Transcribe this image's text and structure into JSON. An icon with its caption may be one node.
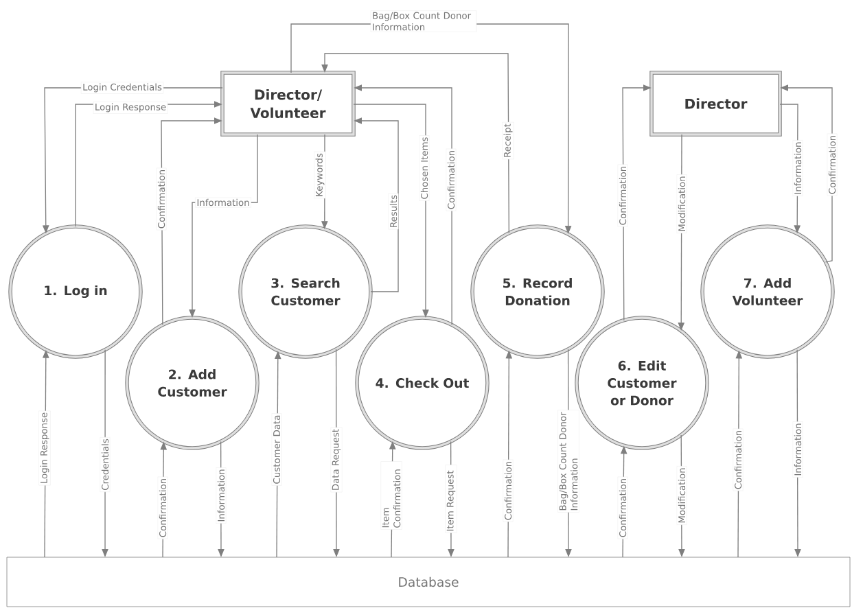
{
  "diagram": {
    "nodes": [
      {
        "text": [
          "Director/ Volunteer"
        ]
      },
      {
        "text": [
          "Director"
        ]
      },
      {
        "text": [
          "1. Log in"
        ]
      },
      {
        "text": [
          "2. Add Customer"
        ]
      },
      {
        "text": [
          "3. Search Customer"
        ]
      },
      {
        "text": [
          "4. Check Out"
        ]
      },
      {
        "text": [
          "5. Record Donation"
        ]
      },
      {
        "text": [
          "6. Edit Customer or Donor"
        ]
      },
      {
        "text": [
          "7. Add Volunteer"
        ]
      },
      {
        "text": [
          "Database"
        ]
      }
    ],
    "edges": [
      {
        "from": 0,
        "to": 2,
        "arrow": "to",
        "label": "Login Credentials"
      },
      {
        "from": 2,
        "to": 0,
        "arrow": "to",
        "label": "Login Response"
      },
      {
        "from": 3,
        "to": 0,
        "arrow": "to",
        "label": "Confirmation"
      },
      {
        "from": 0,
        "to": 3,
        "arrow": "to",
        "label": "Information"
      },
      {
        "from": 0,
        "to": 4,
        "arrow": "to",
        "label": "Keywords"
      },
      {
        "from": 4,
        "to": 0,
        "arrow": "to",
        "label": "Results"
      },
      {
        "from": 0,
        "to": 5,
        "arrow": "to",
        "label": "Chosen Items"
      },
      {
        "from": 5,
        "to": 0,
        "arrow": "to",
        "label": "Confirmation"
      },
      {
        "from": 6,
        "to": 0,
        "arrow": "to",
        "label": "Receipt"
      },
      {
        "from": 0,
        "to": 6,
        "arrow": "to",
        "label": "Bag/Box Count Donor Information"
      },
      {
        "from": 7,
        "to": 1,
        "arrow": "to",
        "label": "Confirmation"
      },
      {
        "from": 1,
        "to": 7,
        "arrow": "to",
        "label": "Modification"
      },
      {
        "from": 1,
        "to": 8,
        "arrow": "to",
        "label": "Information"
      },
      {
        "from": 8,
        "to": 1,
        "arrow": "to",
        "label": "Confirmation"
      },
      {
        "from": 9,
        "to": 2,
        "arrow": "to",
        "label": "Login Response"
      },
      {
        "from": 2,
        "to": 9,
        "arrow": "to",
        "label": "Credentials"
      },
      {
        "from": 9,
        "to": 3,
        "arrow": "to",
        "label": "Confirmation"
      },
      {
        "from": 3,
        "to": 9,
        "arrow": "to",
        "label": "Information"
      },
      {
        "from": 9,
        "to": 4,
        "arrow": "to",
        "label": "Customer Data"
      },
      {
        "from": 4,
        "to": 9,
        "arrow": "to",
        "label": "Data Request"
      },
      {
        "from": 9,
        "to": 5,
        "arrow": "to",
        "label": "Item Confirmation"
      },
      {
        "from": 5,
        "to": 9,
        "arrow": "to",
        "label": "Item Request"
      },
      {
        "from": 9,
        "to": 6,
        "arrow": "to",
        "label": "Confirmation"
      },
      {
        "from": 6,
        "to": 9,
        "arrow": "to",
        "label": "Bag/Box Count Donor Information"
      },
      {
        "from": 9,
        "to": 7,
        "arrow": "to",
        "label": "Confirmation"
      },
      {
        "from": 7,
        "to": 9,
        "arrow": "to",
        "label": "Modification"
      },
      {
        "from": 9,
        "to": 8,
        "arrow": "to",
        "label": "Confirmation"
      },
      {
        "from": 8,
        "to": 9,
        "arrow": "to",
        "label": "Information"
      }
    ]
  }
}
